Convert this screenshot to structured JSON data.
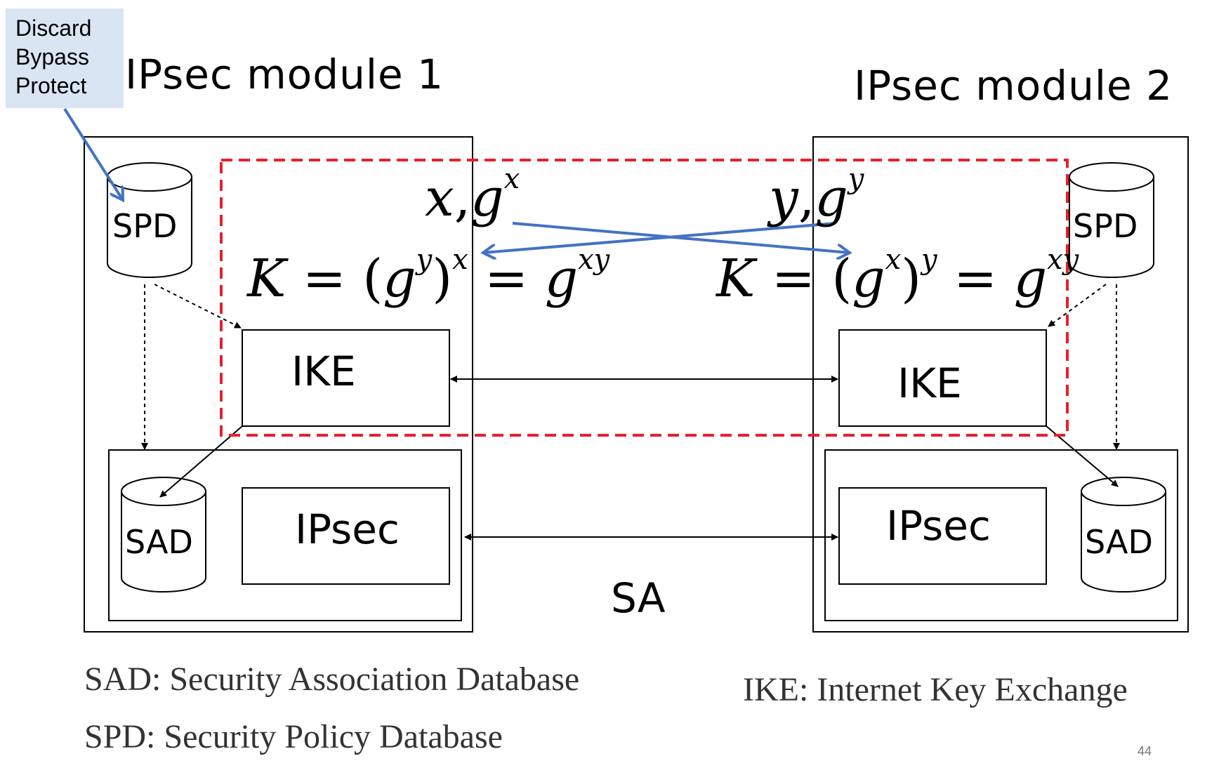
{
  "policy_note": {
    "lines": [
      "Discard",
      "Bypass",
      "Protect"
    ]
  },
  "module1": {
    "title": "IPsec module 1",
    "spd": "SPD",
    "ike": "IKE",
    "sad": "SAD",
    "ipsec": "IPsec"
  },
  "module2": {
    "title": "IPsec module 2",
    "spd": "SPD",
    "ike": "IKE",
    "sad": "SAD",
    "ipsec": "IPsec"
  },
  "sa_label": "SA",
  "exchange": {
    "left_private": "x",
    "left_base": "g",
    "left_exp": "x",
    "right_private": "y",
    "right_base": "g",
    "right_exp": "y",
    "key_symbol": "K",
    "left_inner_exp": "y",
    "left_outer_exp": "x",
    "right_inner_exp": "x",
    "right_outer_exp": "y",
    "shared_exp": "xy"
  },
  "legend": {
    "sad": "SAD: Security Association Database",
    "spd": "SPD: Security Policy Database",
    "ike": "IKE: Internet Key Exchange"
  },
  "page_number": "44",
  "colors": {
    "highlight_box": "#e8202a",
    "dh_arrows": "#4472c4",
    "note_bg": "#d9e5f3"
  }
}
